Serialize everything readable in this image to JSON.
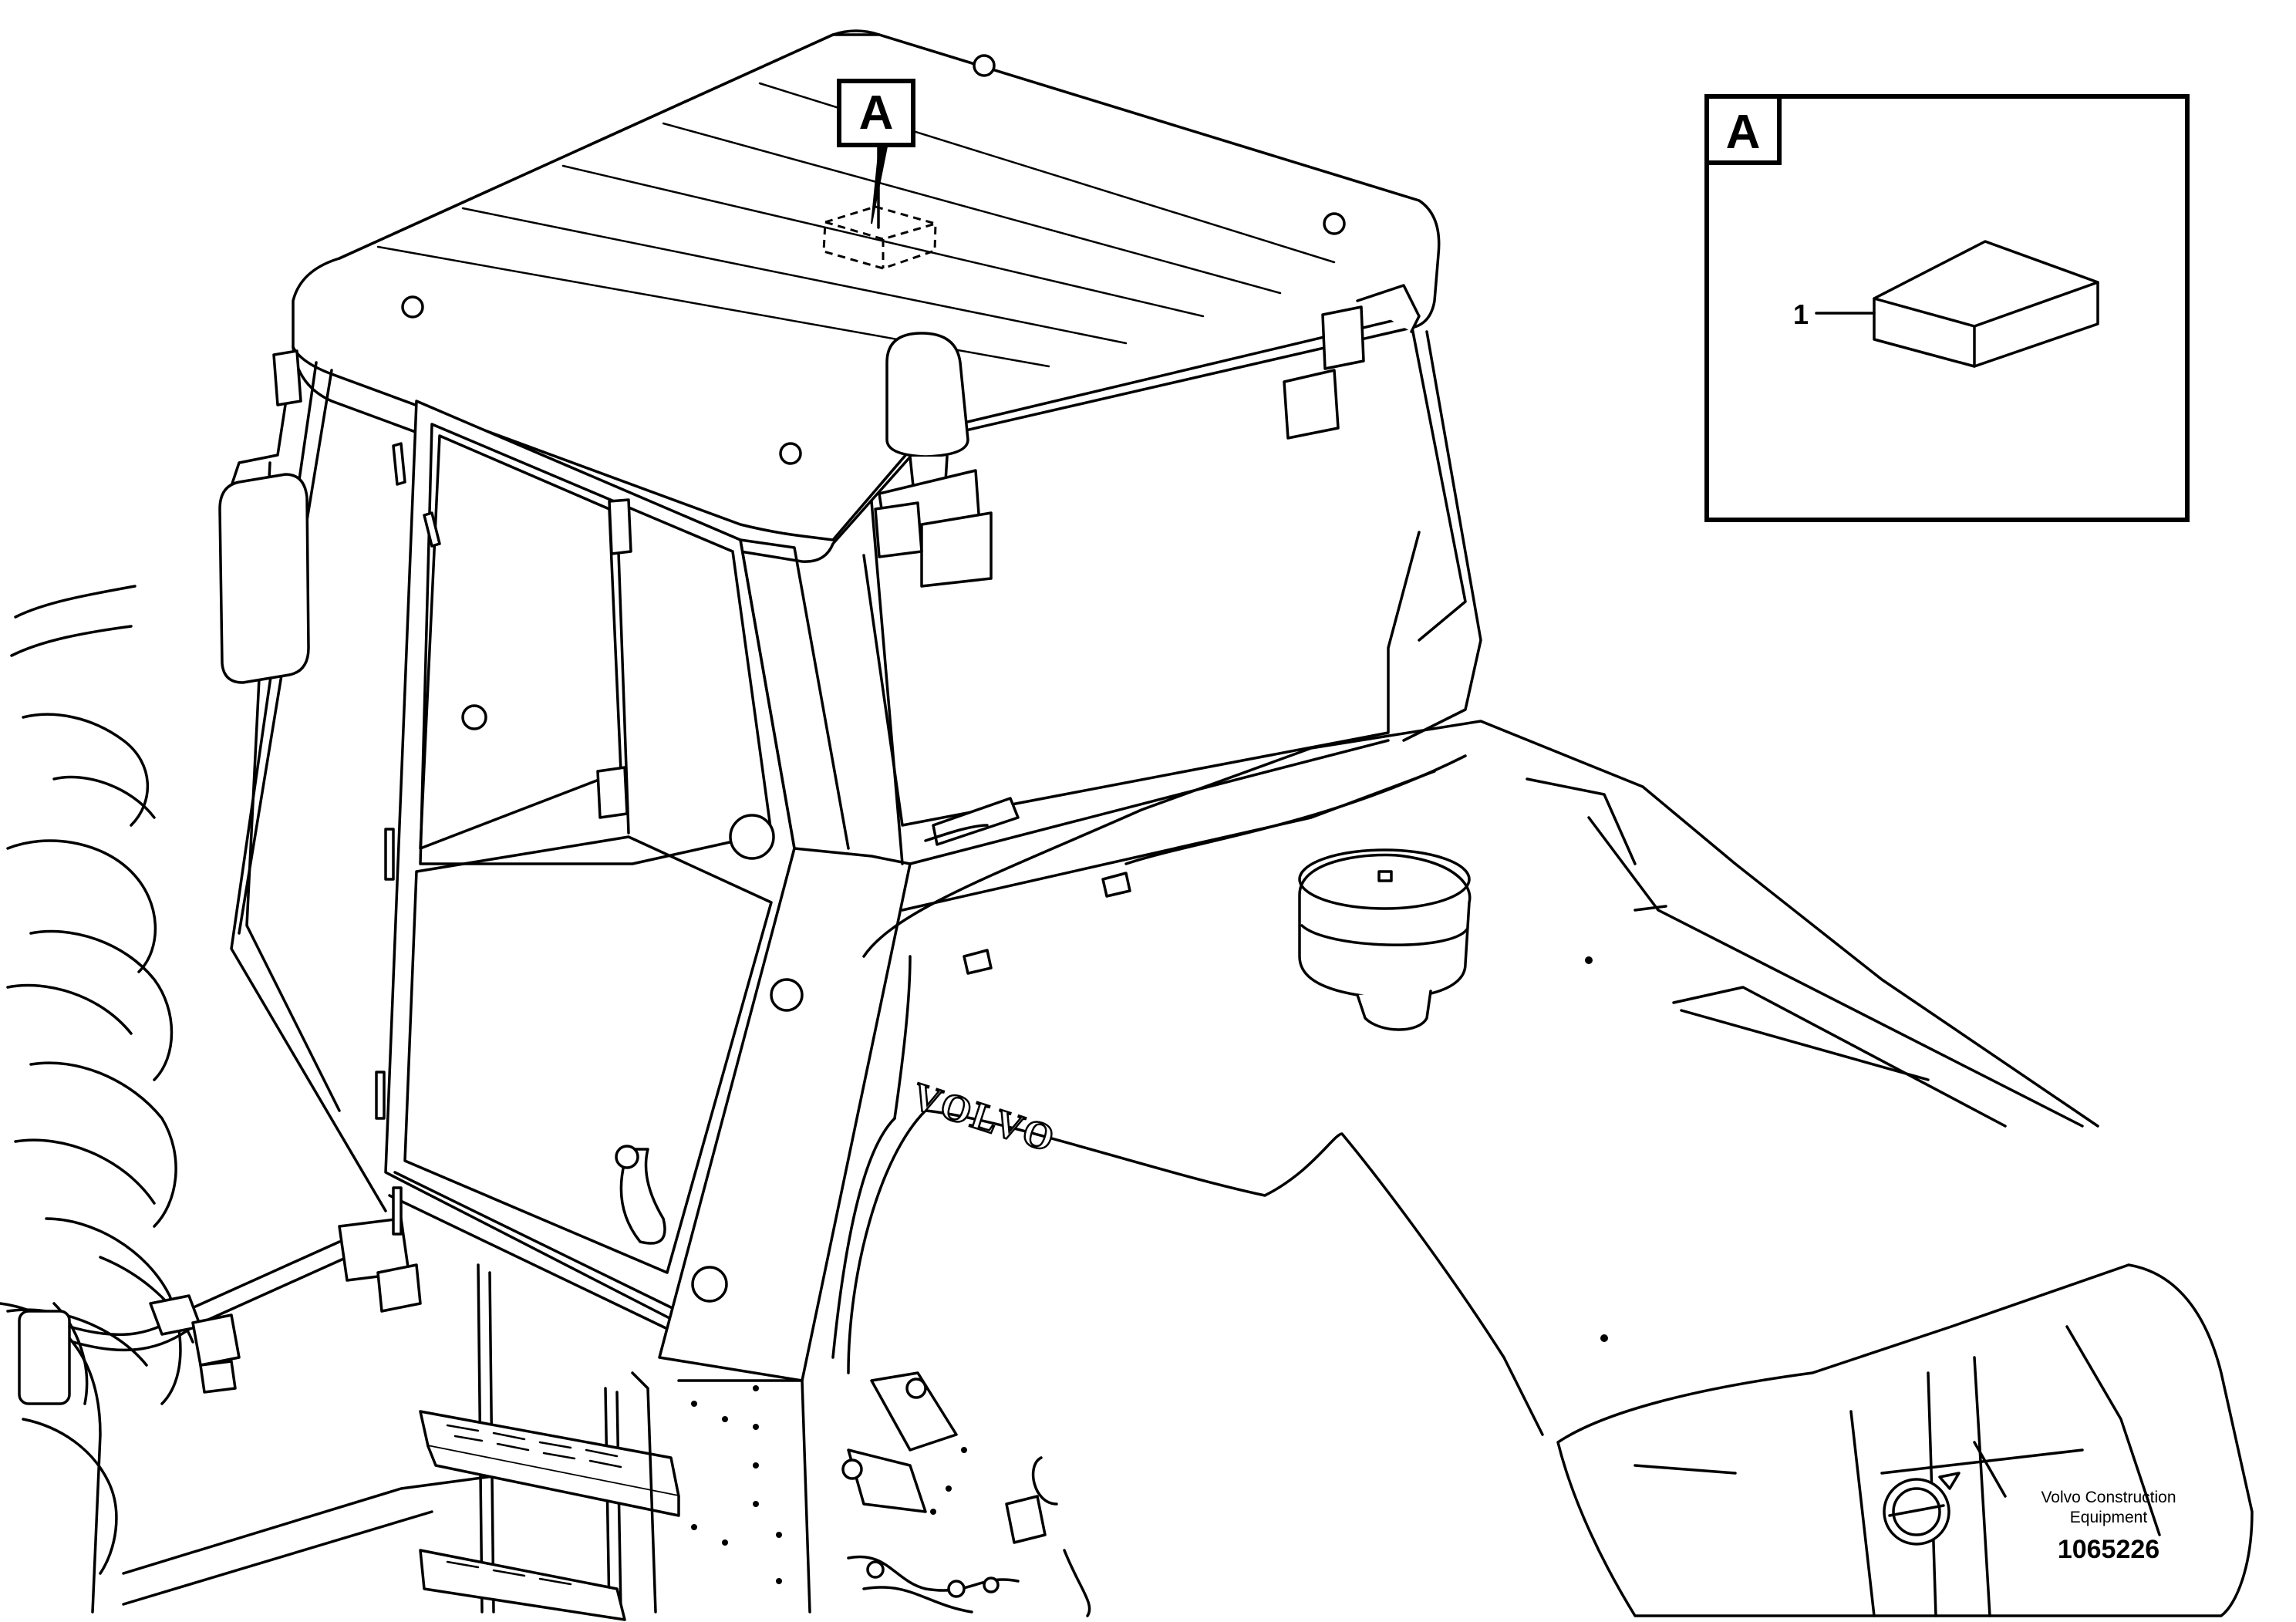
{
  "callouts": {
    "main_label": "A",
    "detail_label": "A"
  },
  "detail": {
    "item_number": "1"
  },
  "machine": {
    "brand_embossing": "VOLVO"
  },
  "footer": {
    "company_line1": "Volvo Construction",
    "company_line2": "Equipment",
    "document_number": "1065226"
  }
}
